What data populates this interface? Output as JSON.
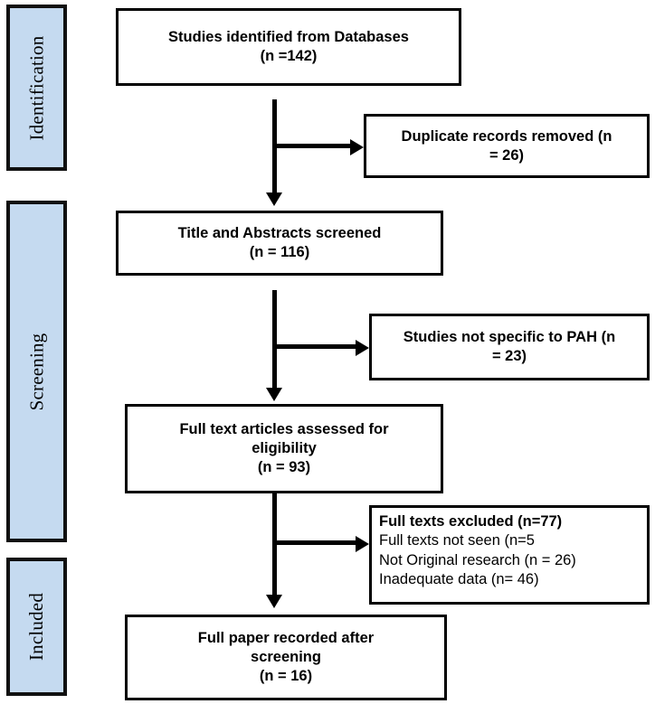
{
  "diagram": {
    "title": "PRISMA study selection flow diagram",
    "accent_color": "#c5daf0",
    "line_color": "#000000",
    "box_fill": "#ffffff"
  },
  "stages": [
    {
      "label": "Identification"
    },
    {
      "label": "Screening"
    },
    {
      "label": "Included"
    }
  ],
  "flow": {
    "identified": "Studies identified from Databases\n(n =142)",
    "duplicates_removed": "Duplicate records removed (n\n= 26)",
    "screened": "Title and Abstracts screened\n(n = 116)",
    "not_specific": "Studies not specific to PAH (n\n= 23)",
    "fulltext_assessed": "Full text articles assessed for\neligibility\n(n = 93)",
    "excluded": {
      "heading": "Full texts excluded (n=77)",
      "reasons": [
        "Full texts not seen (n=5",
        "Not Original research (n = 26)",
        "Inadequate data (n= 46)"
      ]
    },
    "included_final": "Full paper recorded after\nscreening\n(n = 16)"
  }
}
